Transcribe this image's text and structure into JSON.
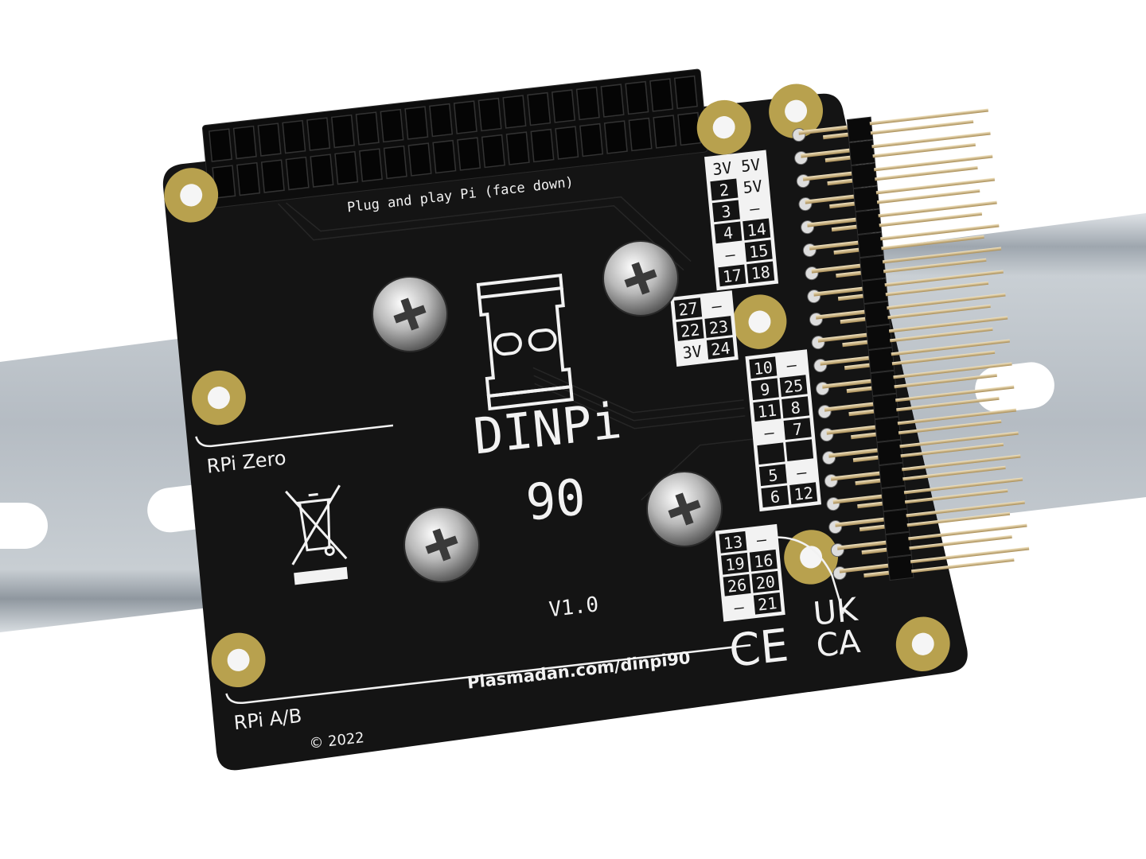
{
  "board": {
    "title": "DINPi",
    "subtitle": "90",
    "version": "V1.0",
    "url": "Plasmadan.com/dinpi90",
    "header_label": "Plug and play Pi (face down)",
    "label_zero": "RPi Zero",
    "label_ab": "RPi A/B",
    "copyright": "© 2022",
    "mark_ce": "CE",
    "mark_ukca_top": "UK",
    "mark_ukca_bottom": "CA",
    "icons": [
      "weee-crossed-bin-icon",
      "din-rail-icon",
      "screw-icon",
      "mounting-hole-icon"
    ]
  },
  "pin_tables": [
    {
      "rows": [
        [
          {
            "t": "3V",
            "s": "light"
          },
          {
            "t": "5V",
            "s": "light"
          }
        ],
        [
          {
            "t": "2",
            "s": "dark"
          },
          {
            "t": "5V",
            "s": "light"
          }
        ],
        [
          {
            "t": "3",
            "s": "dark"
          },
          {
            "t": "–",
            "s": "light"
          }
        ],
        [
          {
            "t": "4",
            "s": "dark"
          },
          {
            "t": "14",
            "s": "dark"
          }
        ],
        [
          {
            "t": "–",
            "s": "light"
          },
          {
            "t": "15",
            "s": "dark"
          }
        ],
        [
          {
            "t": "17",
            "s": "dark"
          },
          {
            "t": "18",
            "s": "dark"
          }
        ]
      ]
    },
    {
      "rows": [
        [
          {
            "t": "27",
            "s": "dark"
          },
          {
            "t": "–",
            "s": "light"
          }
        ],
        [
          {
            "t": "22",
            "s": "dark"
          },
          {
            "t": "23",
            "s": "dark"
          }
        ],
        [
          {
            "t": "3V",
            "s": "light"
          },
          {
            "t": "24",
            "s": "dark"
          }
        ]
      ]
    },
    {
      "rows": [
        [
          {
            "t": "10",
            "s": "dark"
          },
          {
            "t": "–",
            "s": "light"
          }
        ],
        [
          {
            "t": "9",
            "s": "dark"
          },
          {
            "t": "25",
            "s": "dark"
          }
        ],
        [
          {
            "t": "11",
            "s": "dark"
          },
          {
            "t": "8",
            "s": "dark"
          }
        ],
        [
          {
            "t": "–",
            "s": "light"
          },
          {
            "t": "7",
            "s": "dark"
          }
        ],
        [
          {
            "t": "",
            "s": "dark"
          },
          {
            "t": "",
            "s": "dark"
          }
        ],
        [
          {
            "t": "5",
            "s": "dark"
          },
          {
            "t": "–",
            "s": "light"
          }
        ],
        [
          {
            "t": "6",
            "s": "dark"
          },
          {
            "t": "12",
            "s": "dark"
          }
        ]
      ]
    },
    {
      "rows": [
        [
          {
            "t": "13",
            "s": "dark"
          },
          {
            "t": "–",
            "s": "light"
          }
        ],
        [
          {
            "t": "19",
            "s": "dark"
          },
          {
            "t": "16",
            "s": "dark"
          }
        ],
        [
          {
            "t": "26",
            "s": "dark"
          },
          {
            "t": "20",
            "s": "dark"
          }
        ],
        [
          {
            "t": "–",
            "s": "light"
          },
          {
            "t": "21",
            "s": "dark"
          }
        ]
      ]
    }
  ],
  "colors": {
    "pcb": "#141414",
    "silkscreen": "#f2f2f2",
    "pad_gold": "#b8a14e",
    "rail": "#b9c0c6",
    "pin_gold": "#d9c089"
  }
}
